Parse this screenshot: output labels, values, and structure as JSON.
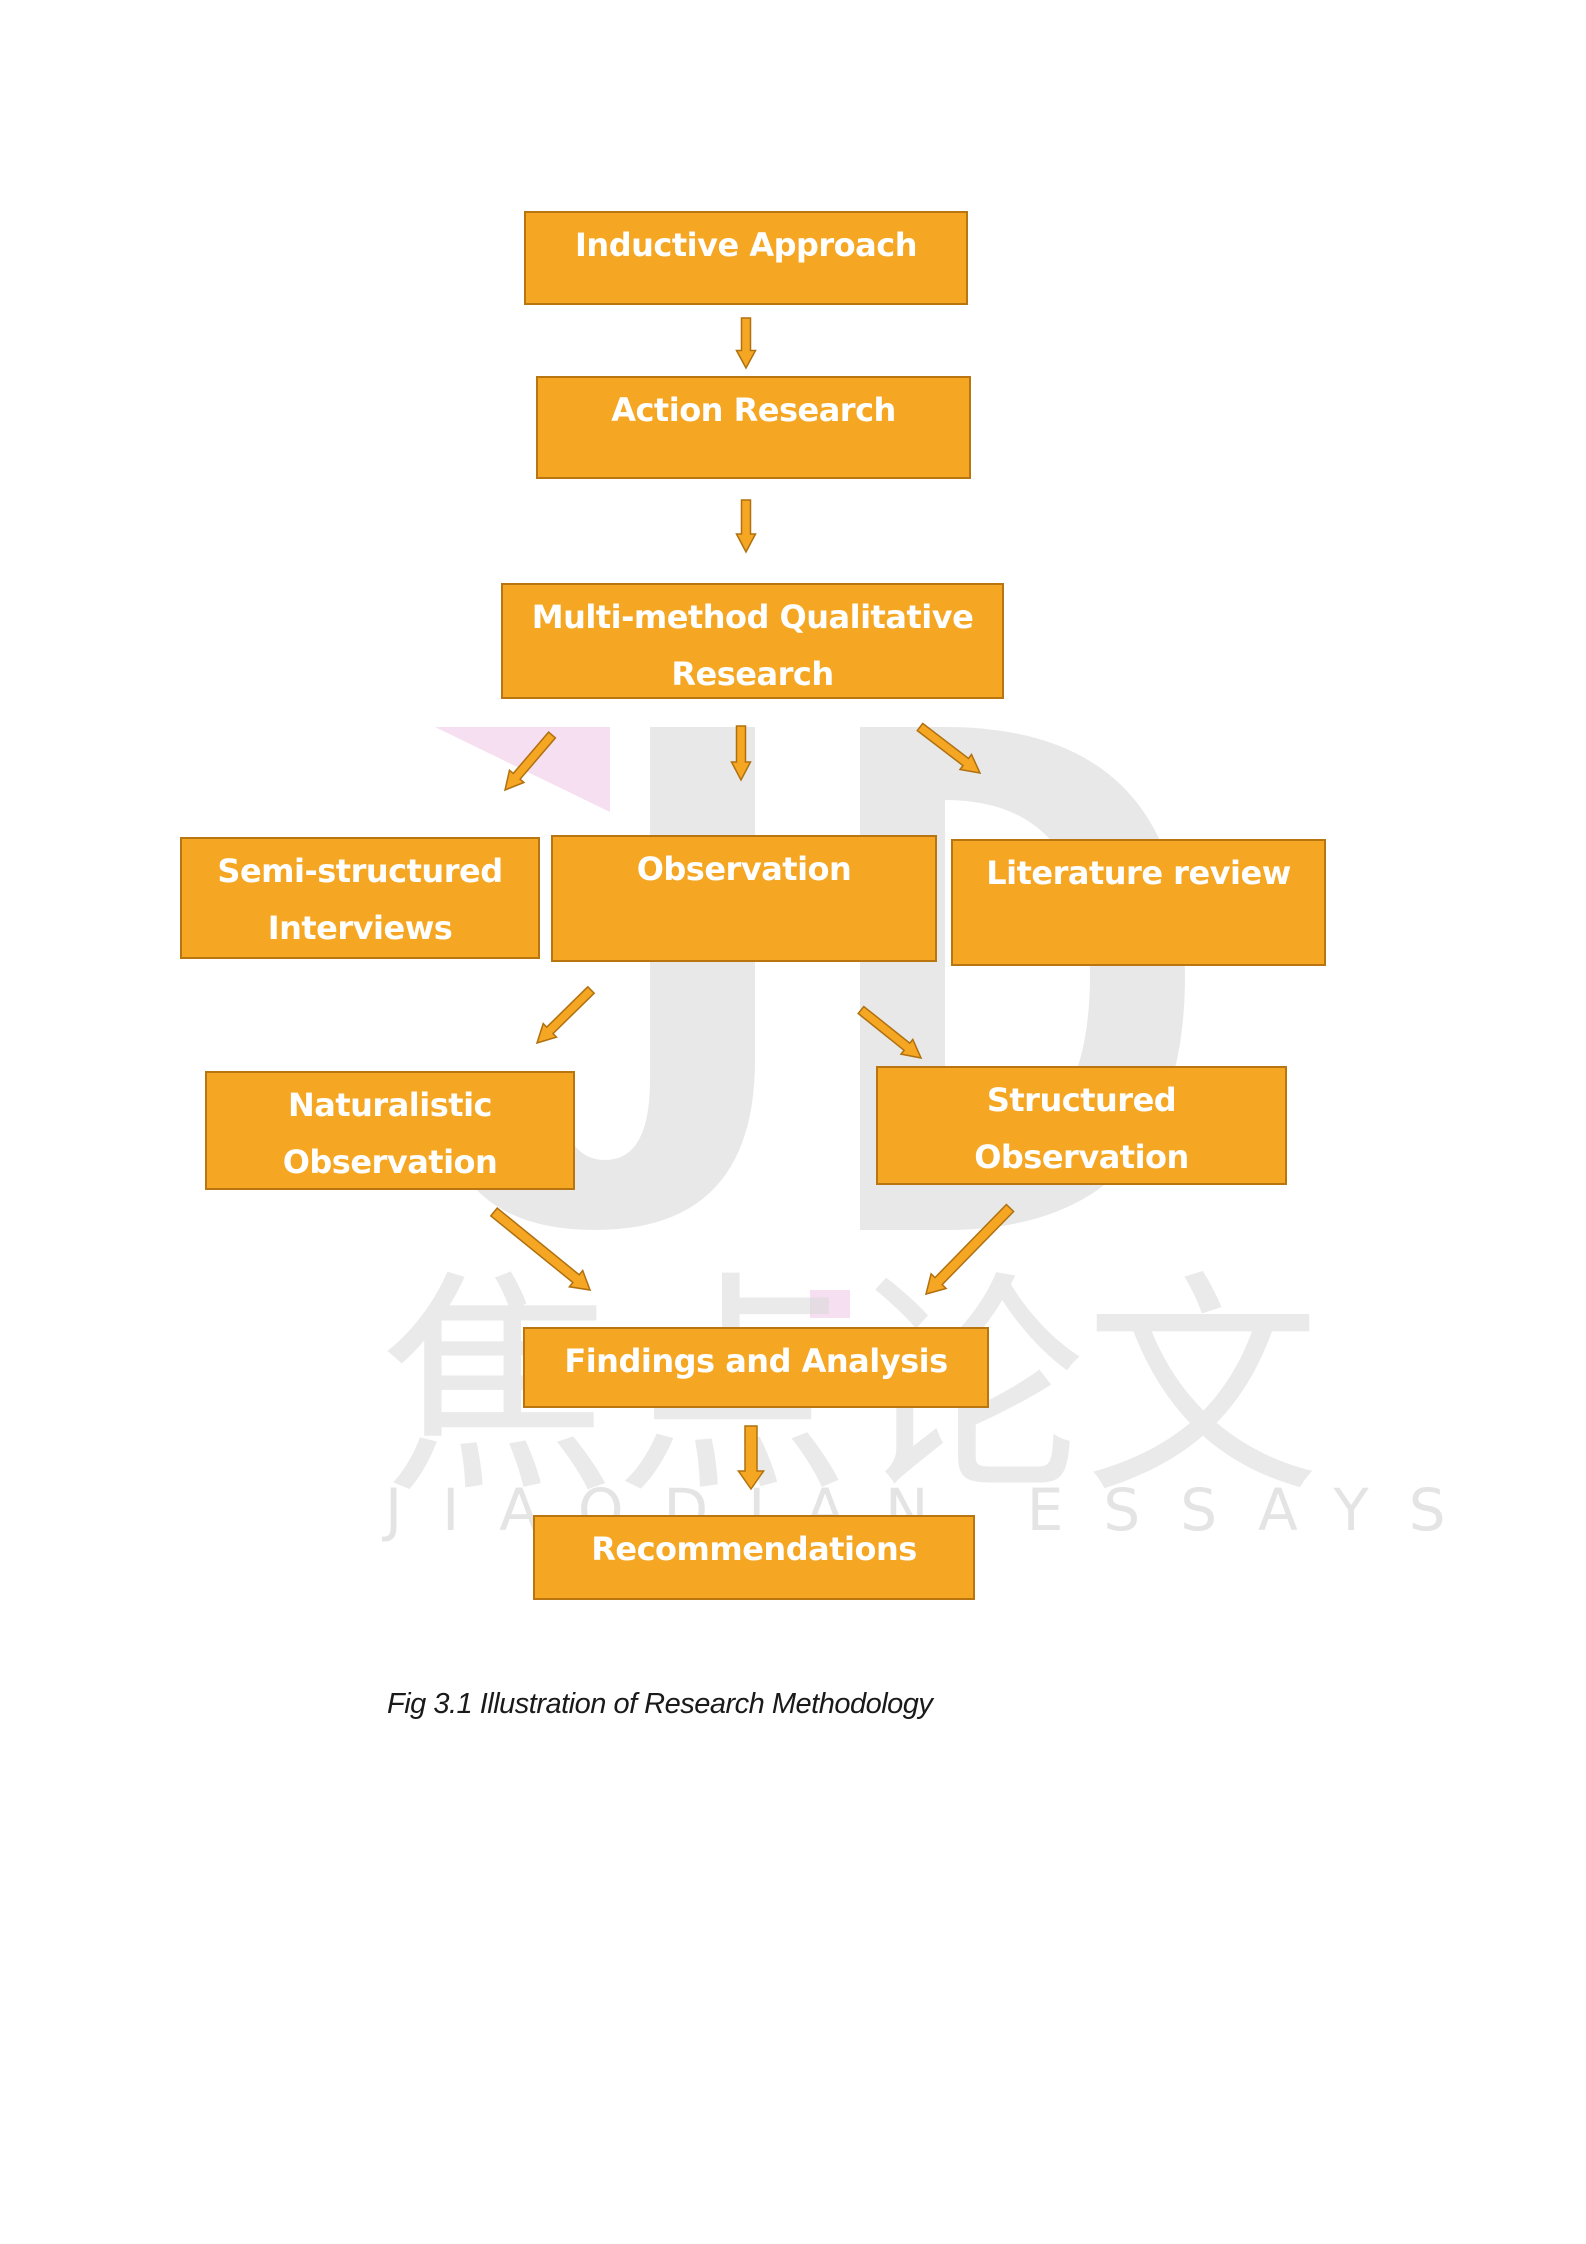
{
  "diagram": {
    "nodes": {
      "inductive_approach": "Inductive Approach",
      "action_research": "Action Research",
      "multi_method": "Multi-method Qualitative\nResearch",
      "semi_structured": "Semi-structured\nInterviews",
      "observation": "Observation",
      "literature_review": "Literature review",
      "naturalistic": "Naturalistic\nObservation",
      "structured": "Structured Observation",
      "findings": "Findings and Analysis",
      "recommendations": "Recommendations"
    },
    "edges": [
      [
        "inductive_approach",
        "action_research"
      ],
      [
        "action_research",
        "multi_method"
      ],
      [
        "multi_method",
        "semi_structured"
      ],
      [
        "multi_method",
        "observation"
      ],
      [
        "multi_method",
        "literature_review"
      ],
      [
        "observation",
        "naturalistic"
      ],
      [
        "observation",
        "structured"
      ],
      [
        "naturalistic",
        "findings"
      ],
      [
        "structured",
        "findings"
      ],
      [
        "findings",
        "recommendations"
      ]
    ],
    "colors": {
      "box_fill": "#f5a623",
      "box_border": "#b87510",
      "box_text": "#ffffff",
      "arrow_fill": "#f5a623",
      "arrow_stroke": "#b0700e"
    }
  },
  "caption": "Fig 3.1 Illustration of Research Methodology",
  "watermark": {
    "logo": "JD",
    "chinese": "焦点论文",
    "latin": "JIAODIAN ESSAYS"
  }
}
